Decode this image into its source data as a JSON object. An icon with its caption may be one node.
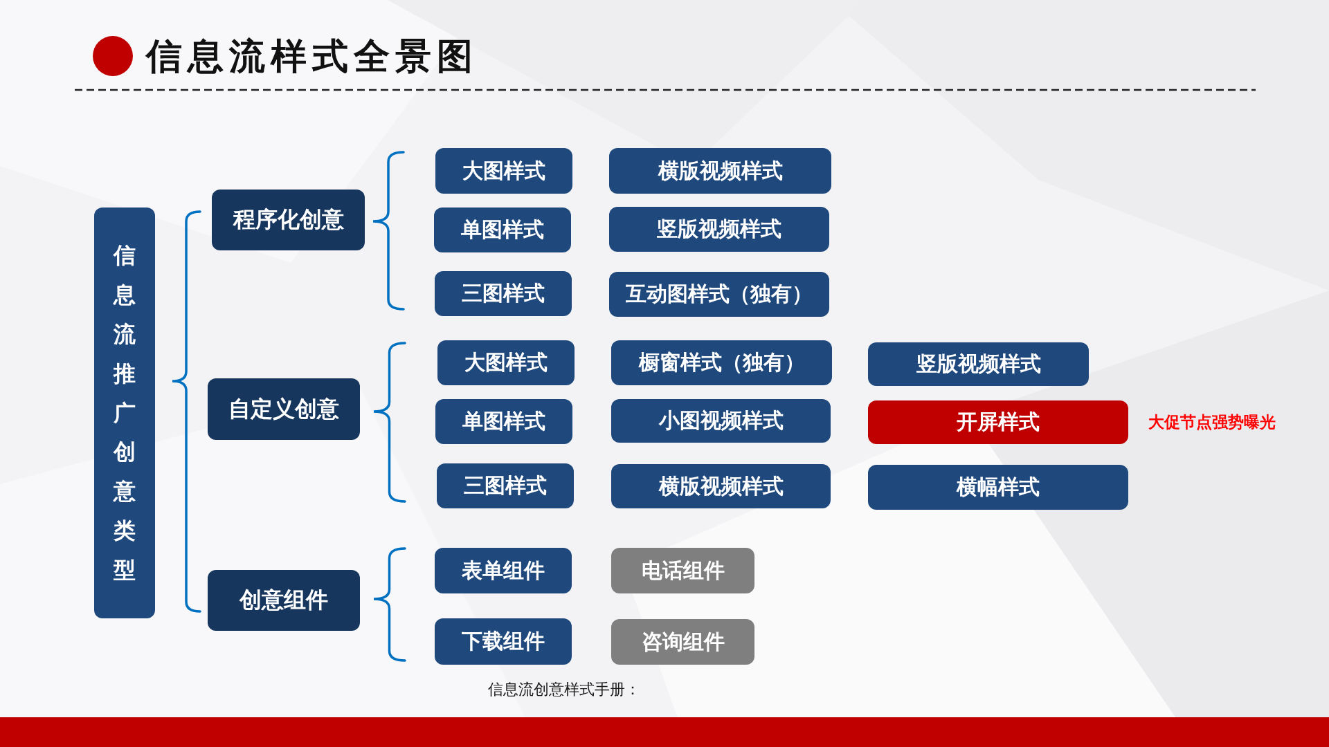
{
  "diagram": {
    "title": "信息流样式全景图",
    "nodes": [
      {
        "text": [
          "信息流推广创意类型"
        ]
      },
      {
        "text": [
          "程序化创意"
        ]
      },
      {
        "text": [
          "大图样式"
        ]
      },
      {
        "text": [
          "横版视频样式"
        ]
      },
      {
        "text": [
          "单图样式"
        ]
      },
      {
        "text": [
          "竖版视频样式"
        ]
      },
      {
        "text": [
          "三图样式"
        ]
      },
      {
        "text": [
          "互动图样式（独有）"
        ]
      },
      {
        "text": [
          "自定义创意"
        ]
      },
      {
        "text": [
          "大图样式"
        ]
      },
      {
        "text": [
          "橱窗样式（独有）"
        ]
      },
      {
        "text": [
          "竖版视频样式"
        ]
      },
      {
        "text": [
          "单图样式"
        ]
      },
      {
        "text": [
          "小图视频样式"
        ]
      },
      {
        "text": [
          "开屏样式"
        ],
        "beside": [
          "大促节点强势曝光"
        ]
      },
      {
        "text": [
          "三图样式"
        ]
      },
      {
        "text": [
          "横版视频样式"
        ]
      },
      {
        "text": [
          "横幅样式"
        ]
      },
      {
        "text": [
          "创意组件"
        ]
      },
      {
        "text": [
          "表单组件"
        ]
      },
      {
        "text": [
          "电话组件"
        ]
      },
      {
        "text": [
          "下载组件"
        ]
      },
      {
        "text": [
          "咨询组件"
        ]
      }
    ],
    "labels": [
      "信息流创意样式手册："
    ]
  }
}
